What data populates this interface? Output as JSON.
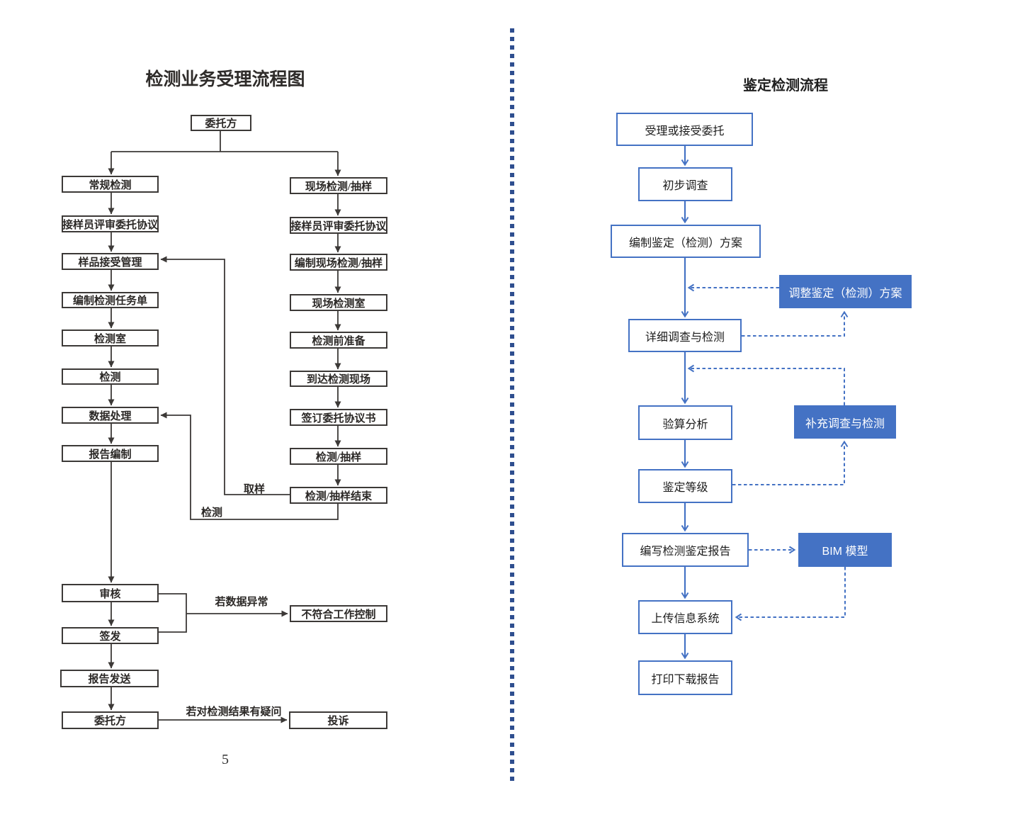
{
  "page": {
    "page_number": "5"
  },
  "colors": {
    "left_chart_line": "#3c3937",
    "right_chart_accent": "#4472c4",
    "divider_dot": "#2e4e8f",
    "filled_box_text": "#ffffff"
  },
  "left_chart": {
    "title": "检测业务受理流程图",
    "nodes": {
      "client_top": "委托方",
      "routine_test": "常规检测",
      "reviewer_left": "接样员评审委托协议",
      "sample_mgmt": "样品接受管理",
      "task_sheet": "编制检测任务单",
      "test_room": "检测室",
      "test": "检测",
      "data_processing": "数据处理",
      "report_prep": "报告编制",
      "audit": "审核",
      "sign_issue": "签发",
      "report_send": "报告发送",
      "client_bottom": "委托方",
      "onsite_test": "现场检测/抽样",
      "reviewer_right": "接样员评审委托协议",
      "plan_onsite": "编制现场检测/抽样",
      "onsite_room": "现场检测室",
      "pre_test_prep": "检测前准备",
      "arrive_site": "到达检测现场",
      "sign_agreement": "签订委托协议书",
      "test_sampling": "检测/抽样",
      "test_sampling_end": "检测/抽样结束",
      "nonconforming_control": "不符合工作控制",
      "complaint": "投诉"
    },
    "edge_labels": {
      "sampling": "取样",
      "testing": "检测",
      "if_data_abnormal": "若数据异常",
      "if_result_question": "若对检测结果有疑问"
    }
  },
  "right_chart": {
    "title": "鉴定检测流程",
    "steps": [
      "受理或接受委托",
      "初步调查",
      "编制鉴定（检测）方案",
      "详细调查与检测",
      "验算分析",
      "鉴定等级",
      "编写检测鉴定报告",
      "上传信息系统",
      "打印下载报告"
    ],
    "side_boxes": [
      "调整鉴定（检测）方案",
      "补充调查与检测",
      "BIM 模型"
    ]
  }
}
